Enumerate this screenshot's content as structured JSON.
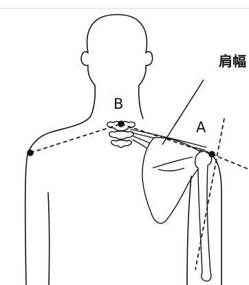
{
  "diagram": {
    "labels": {
      "point_a": "A",
      "point_b": "B",
      "measure_label": "肩幅"
    },
    "colors": {
      "line": "#111111",
      "background": "#ffffff"
    }
  }
}
